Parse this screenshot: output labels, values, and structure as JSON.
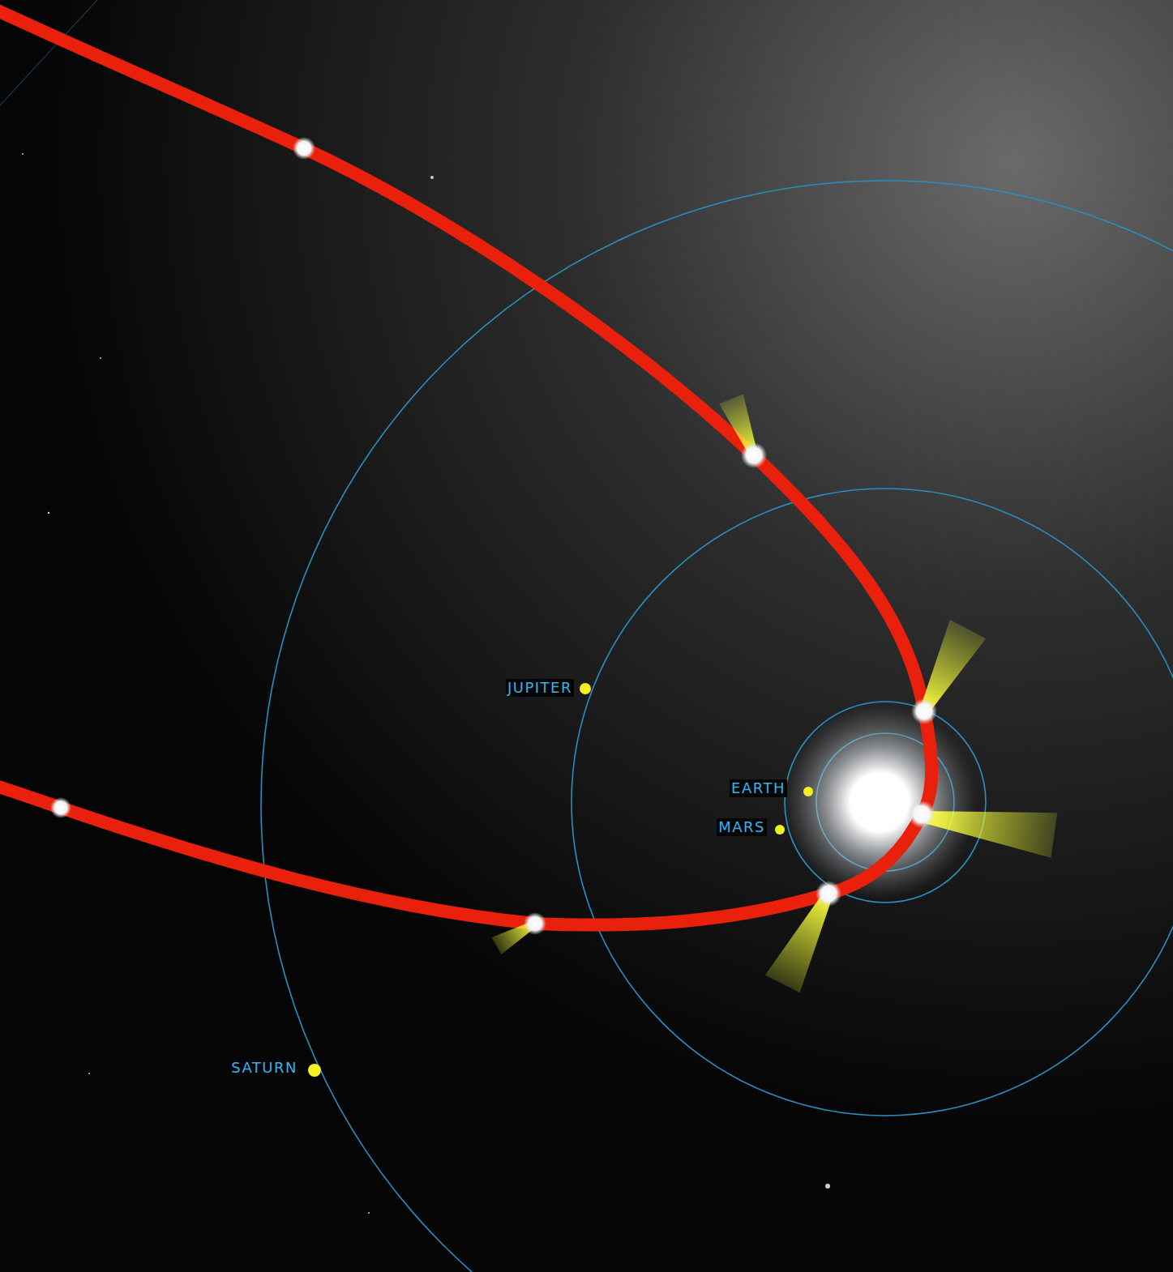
{
  "diagram": {
    "labels": [
      "JUPITER",
      "EARTH",
      "MARS",
      "SATURN"
    ]
  }
}
